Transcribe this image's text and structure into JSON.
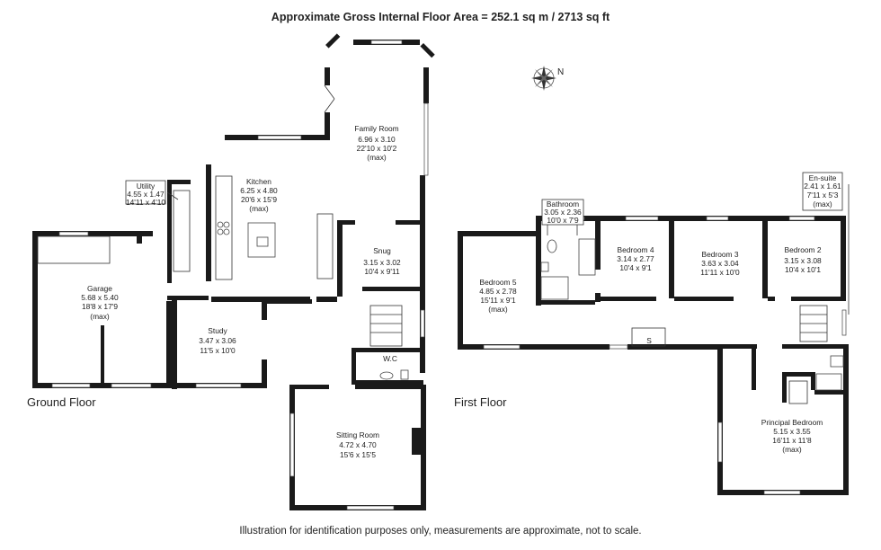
{
  "header": {
    "title": "Approximate Gross Internal Floor Area  = 252.1 sq m  / 2713 sq ft"
  },
  "footer": {
    "disclaimer": "Illustration for identification purposes only, measurements are approximate, not to scale."
  },
  "compass": {
    "label": "N"
  },
  "ground_floor": {
    "label": "Ground Floor",
    "rooms": {
      "utility": {
        "name": "Utility",
        "metric": "4.55 x 1.47",
        "imperial": "14'11 x 4'10",
        "note": ""
      },
      "kitchen": {
        "name": "Kitchen",
        "metric": "6.25 x 4.80",
        "imperial": "20'6 x 15'9",
        "note": "(max)"
      },
      "family_room": {
        "name": "Family Room",
        "metric": "6.96 x 3.10",
        "imperial": "22'10 x 10'2",
        "note": "(max)"
      },
      "snug": {
        "name": "Snug",
        "metric": "3.15 x 3.02",
        "imperial": "10'4 x 9'11",
        "note": ""
      },
      "garage": {
        "name": "Garage",
        "metric": "5.68 x 5.40",
        "imperial": "18'8 x 17'9",
        "note": "(max)"
      },
      "study": {
        "name": "Study",
        "metric": "3.47 x 3.06",
        "imperial": "11'5 x 10'0",
        "note": ""
      },
      "wc": {
        "name": "W.C",
        "metric": "",
        "imperial": "",
        "note": ""
      },
      "sitting": {
        "name": "Sitting Room",
        "metric": "4.72 x 4.70",
        "imperial": "15'6 x 15'5",
        "note": ""
      }
    }
  },
  "first_floor": {
    "label": "First Floor",
    "rooms": {
      "bathroom": {
        "name": "Bathroom",
        "metric": "3.05 x 2.36",
        "imperial": "10'0 x 7'9",
        "note": ""
      },
      "bedroom5": {
        "name": "Bedroom 5",
        "metric": "4.85 x 2.78",
        "imperial": "15'11 x 9'1",
        "note": "(max)"
      },
      "bedroom4": {
        "name": "Bedroom 4",
        "metric": "3.14 x 2.77",
        "imperial": "10'4 x 9'1",
        "note": ""
      },
      "bedroom3": {
        "name": "Bedroom 3",
        "metric": "3.63 x 3.04",
        "imperial": "11'11 x 10'0",
        "note": ""
      },
      "bedroom2": {
        "name": "Bedroom 2",
        "metric": "3.15 x 3.08",
        "imperial": "10'4 x 10'1",
        "note": ""
      },
      "ensuite": {
        "name": "En-suite",
        "metric": "2.41 x 1.61",
        "imperial": "7'11 x 5'3",
        "note": "(max)"
      },
      "principal": {
        "name": "Principal Bedroom",
        "metric": "5.15 x 3.55",
        "imperial": "16'11 x 11'8",
        "note": "(max)"
      },
      "store": {
        "name": "S",
        "metric": "",
        "imperial": "",
        "note": ""
      }
    }
  }
}
